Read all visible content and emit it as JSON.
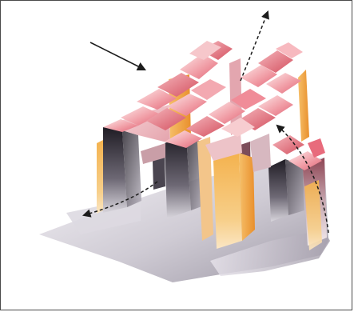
{
  "figure": {
    "type": "3d-illustration",
    "subject": "stacked-building-blocks",
    "arrows": [
      {
        "name": "incoming-arrow",
        "style": "solid"
      },
      {
        "name": "upward-arrow",
        "style": "dashed"
      },
      {
        "name": "leftward-arrow",
        "style": "dashed"
      },
      {
        "name": "curved-arrow",
        "style": "dashed"
      }
    ],
    "colors": {
      "roof_light": "#fbe1e1",
      "roof_pink": "#ee8b97",
      "roof_deep": "#d9566b",
      "orange_face": "#f2a54a",
      "dark_pillar": "#2f2b34",
      "ground_light": "#f3f1f5",
      "ground_mid": "#b9b5bf",
      "arrow": "#1c1c1c",
      "frame_border": "#4a4a4a"
    }
  }
}
